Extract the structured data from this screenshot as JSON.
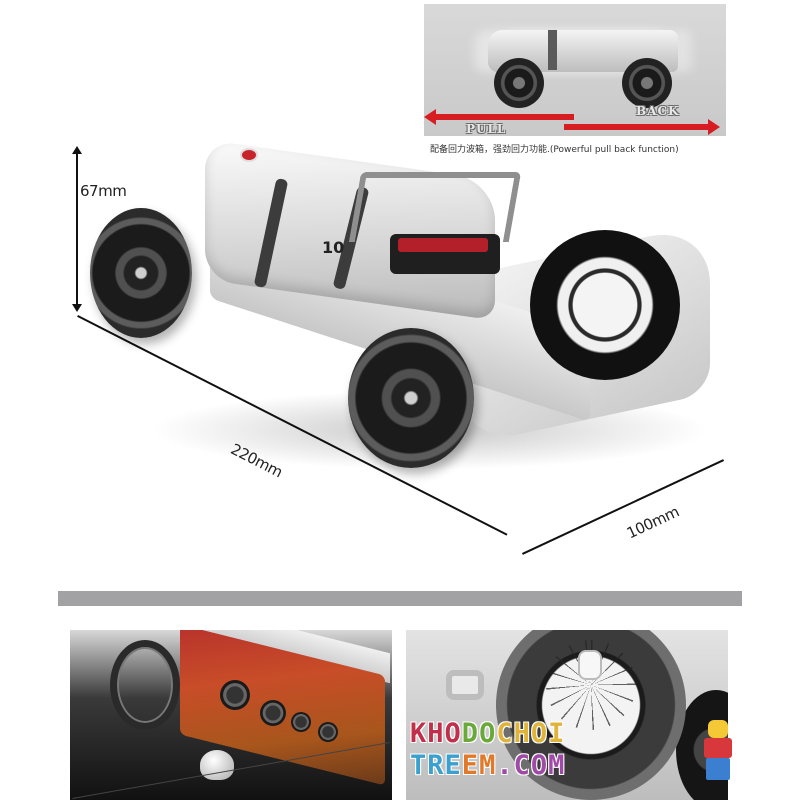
{
  "pull_back_inset": {
    "pull_label": "PULL",
    "back_label": "BACK",
    "caption": "配备回力波箱，强劲回力功能.(Powerful pull back function)",
    "arrow_color": "#d61e22"
  },
  "dimensions": {
    "height": "67mm",
    "length": "220mm",
    "width": "100mm"
  },
  "main_car": {
    "race_number": "10",
    "color_scheme": {
      "body": "#e6e6e6",
      "accent": "#c8232b",
      "tires": "#1f1f1f"
    }
  },
  "divider_color": "#a2a2a4",
  "detail_panels": [
    {
      "subject": "dashboard-interior",
      "description": "Steering wheel, red/wood dashboard with gauges, gear shifter"
    },
    {
      "subject": "rear-spare-wheel",
      "description": "Spoked spare wheel mounted on rear deck"
    }
  ],
  "watermark": {
    "line1": [
      "K",
      "H",
      "O",
      "D",
      "O",
      "C",
      "H",
      "O",
      "I"
    ],
    "line1_colors": [
      "#c0304a",
      "#c0304a",
      "#c0304a",
      "#6aa83a",
      "#6aa83a",
      "#e0b43a",
      "#e0b43a",
      "#e0b43a",
      "#e0b43a"
    ],
    "line2": [
      "T",
      "R",
      "E",
      "E",
      "M",
      ".",
      "C",
      "O",
      "M"
    ],
    "line2_colors": [
      "#3aa0d0",
      "#3aa0d0",
      "#3aa0d0",
      "#e07a2a",
      "#e07a2a",
      "#a04aa8",
      "#a04aa8",
      "#a04aa8",
      "#a04aa8"
    ]
  }
}
